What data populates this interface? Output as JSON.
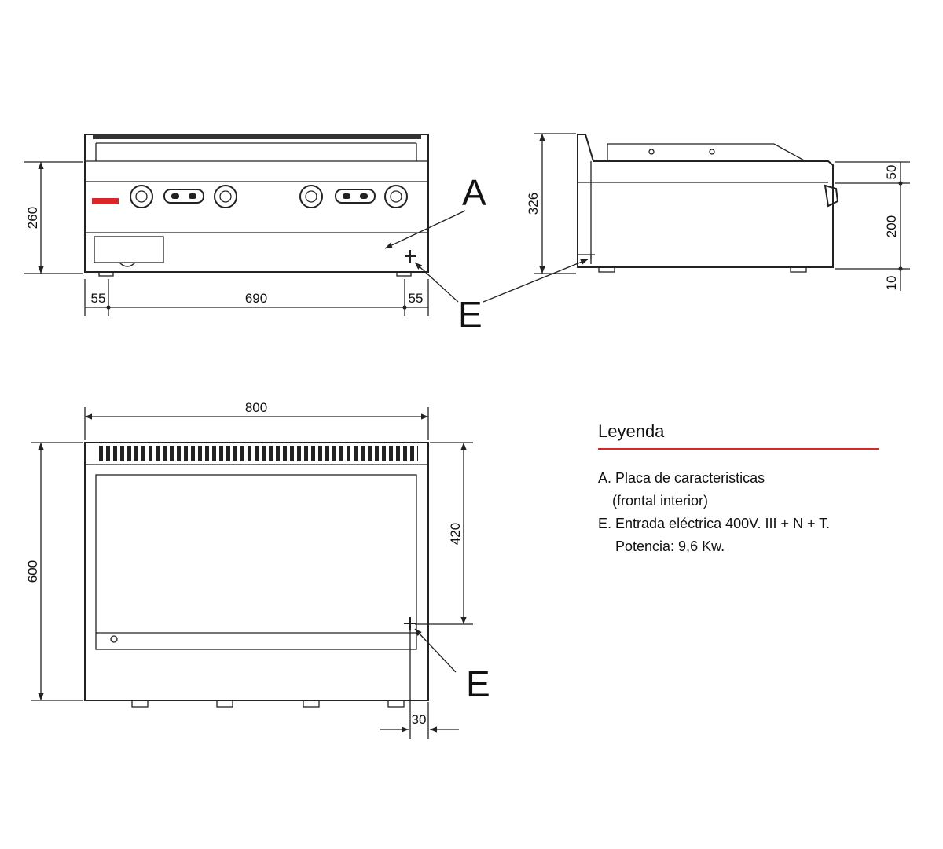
{
  "front_view": {
    "height": "260",
    "width_left": "55",
    "width_mid": "690",
    "width_right": "55"
  },
  "side_view": {
    "height_total": "326",
    "h_top": "50",
    "h_mid": "200",
    "h_bot": "10"
  },
  "top_view": {
    "width": "800",
    "depth": "600",
    "inlet_from_back": "420",
    "inlet_offset": "30"
  },
  "callouts": {
    "a": "A",
    "e_front": "E",
    "e_top": "E"
  },
  "legend": {
    "title": "Leyenda",
    "accent_color": "#d9262b",
    "lines": [
      "A. Placa de caracteristicas",
      "(frontal interior)",
      "E. Entrada eléctrica 400V. III + N + T.",
      "Potencia: 9,6 Kw."
    ]
  }
}
